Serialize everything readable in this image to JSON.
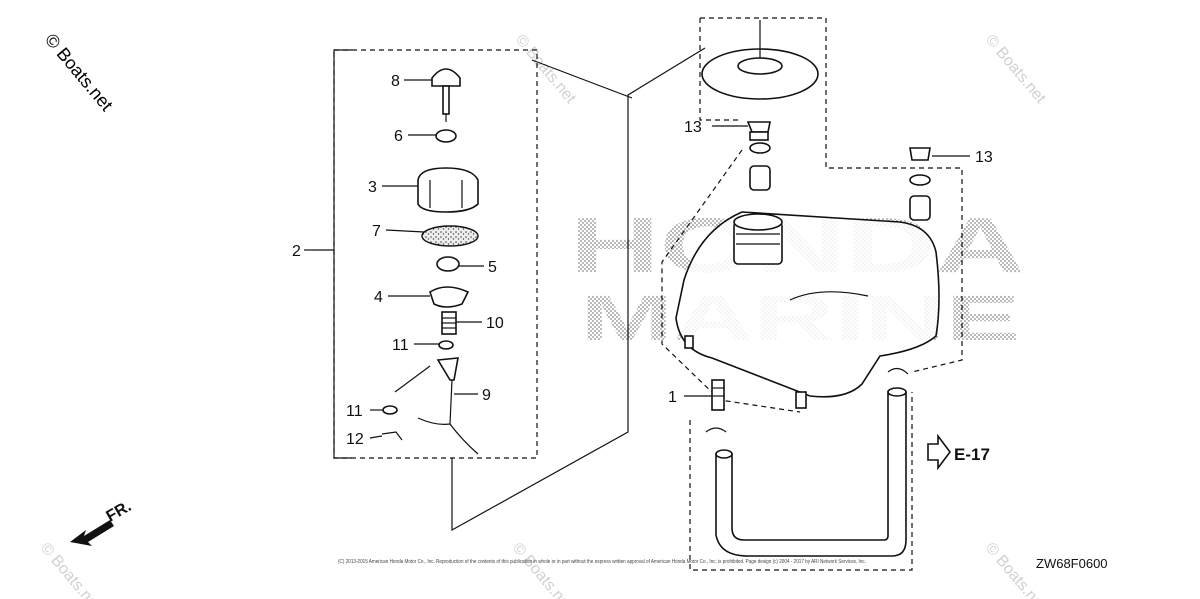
{
  "watermark": {
    "main": "© Boats.net",
    "repeat": "© Boats.net"
  },
  "brand_watermark": {
    "line1": "HONDA",
    "line2": "MARINE"
  },
  "callouts": {
    "p1": "1",
    "p2": "2",
    "p3": "3",
    "p4": "4",
    "p5": "5",
    "p6": "6",
    "p7": "7",
    "p8": "8",
    "p9": "9",
    "p10": "10",
    "p11a": "11",
    "p11b": "11",
    "p12": "12",
    "p13a": "13",
    "p13b": "13"
  },
  "reference": {
    "label": "E-17"
  },
  "direction": {
    "label": "FR."
  },
  "diagram_code": "ZW68F0600",
  "copyright": "(C) 2013-2015 American Honda Motor Co., Inc. Reproduction of the contents of this publication in whole or in part without the express written approval of American Honda Motor Co., Inc. is prohibited. Page design (c) 2004 - 2017 by ARI Network Services, Inc."
}
